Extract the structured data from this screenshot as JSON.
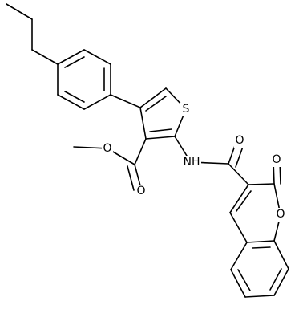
{
  "figure": {
    "atom_labels": {
      "S": "S",
      "NH": "NH",
      "O_ester_carbonyl": "O",
      "O_ester_ether": "O",
      "O_amide": "O",
      "O_lactone_carbonyl": "O",
      "O_ring": "O"
    }
  },
  "colors": {
    "bond": "#000000",
    "background": "#ffffff"
  }
}
